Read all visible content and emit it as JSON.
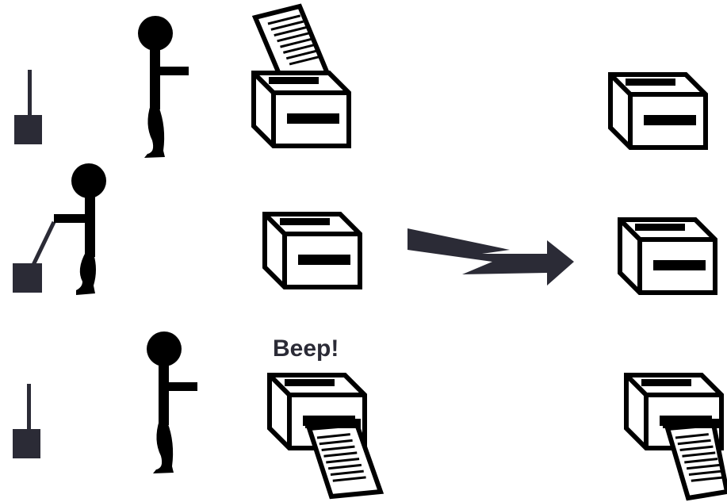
{
  "colors": {
    "ink": "#000000",
    "lever": "#2b2b36",
    "arrow": "#2b2b36",
    "beep_text": "#2b2b36",
    "paper": "#ffffff"
  },
  "icons": [
    "lever-icon",
    "stick-figure-icon",
    "printer-icon",
    "paper-sheet-icon",
    "arrow-icon"
  ],
  "rows": [
    {
      "lever_state": "up",
      "person": "standing",
      "local_printer": "printing-in",
      "remote_printer": "idle"
    },
    {
      "lever_state": "pulled",
      "person": "pulling-lever",
      "local_printer": "idle",
      "remote_printer": "idle",
      "transfer_arrow": true
    },
    {
      "lever_state": "up",
      "person": "standing",
      "local_printer": "printing-out",
      "remote_printer": "printing-out"
    }
  ],
  "beep_label": "Beep!"
}
